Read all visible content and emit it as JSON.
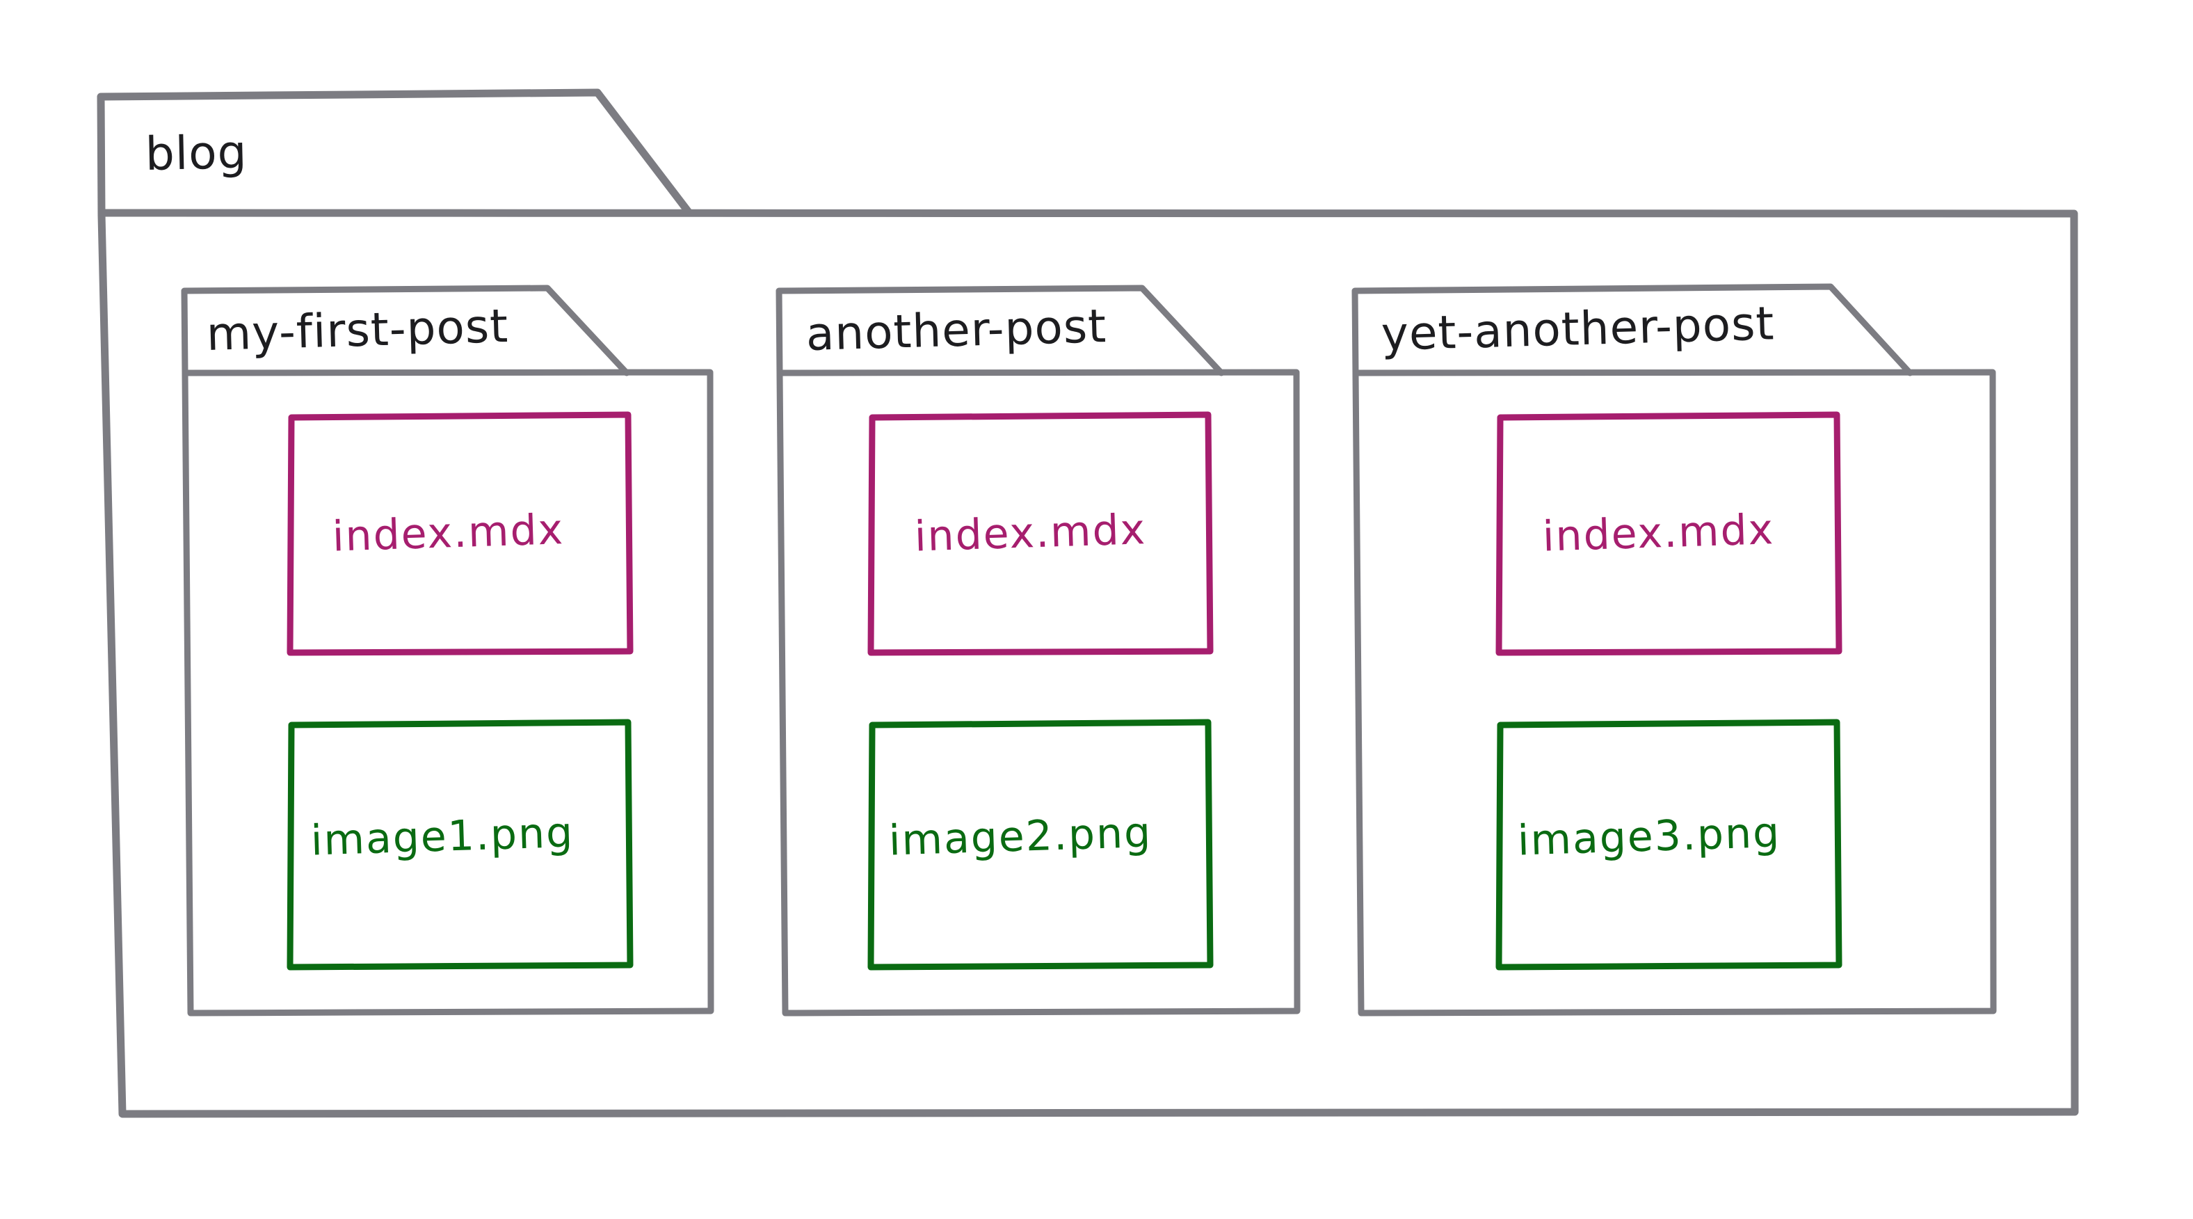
{
  "diagram": {
    "type": "folder-structure-diagram",
    "style": "hand-drawn-sketch",
    "background_color": "#ffffff",
    "colors": {
      "folder_stroke": "#7c7c82",
      "mdx_file_stroke": "#a61e6e",
      "mdx_file_text": "#a61e6e",
      "png_file_stroke": "#0a6b12",
      "png_file_text": "#0a6b12",
      "label_text": "#1d1d20"
    }
  },
  "root_folder": {
    "name": "blog",
    "tab_label": "blog"
  },
  "subfolders": [
    {
      "name": "my-first-post",
      "tab_label": "my-first-post",
      "files": [
        {
          "name": "index.mdx",
          "kind": "mdx",
          "color": "#a61e6e"
        },
        {
          "name": "image1.png",
          "kind": "png",
          "color": "#0a6b12"
        }
      ]
    },
    {
      "name": "another-post",
      "tab_label": "another-post",
      "files": [
        {
          "name": "index.mdx",
          "kind": "mdx",
          "color": "#a61e6e"
        },
        {
          "name": "image2.png",
          "kind": "png",
          "color": "#0a6b12"
        }
      ]
    },
    {
      "name": "yet-another-post",
      "tab_label": "yet-another-post",
      "files": [
        {
          "name": "index.mdx",
          "kind": "mdx",
          "color": "#a61e6e"
        },
        {
          "name": "image3.png",
          "kind": "png",
          "color": "#0a6b12"
        }
      ]
    }
  ]
}
